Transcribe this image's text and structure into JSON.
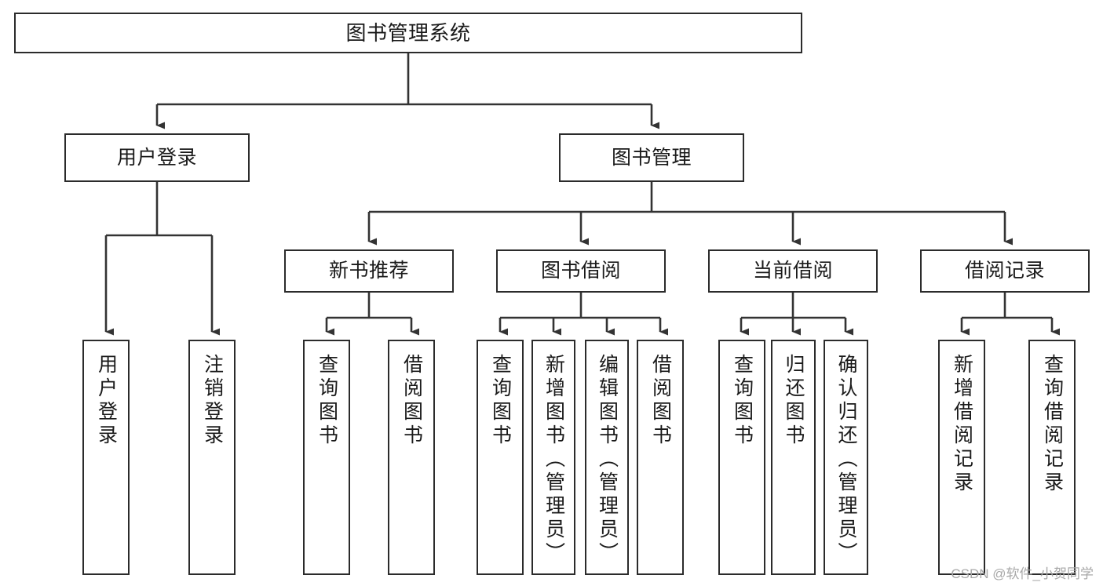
{
  "diagram": {
    "title": "图书管理系统",
    "type": "tree-hierarchy-chart",
    "colors": {
      "box_border": "#2b2b2b",
      "box_fill": "#ffffff",
      "edge": "#333333",
      "text": "#1a1a1a",
      "watermark": "#a8a8a8",
      "background": "#ffffff"
    },
    "root": {
      "id": "root",
      "label": "图书管理系统"
    },
    "level2": [
      {
        "id": "user-login",
        "label": "用户登录"
      },
      {
        "id": "book-management",
        "label": "图书管理"
      }
    ],
    "level3": [
      {
        "id": "new-book-recommend",
        "label": "新书推荐"
      },
      {
        "id": "book-borrow",
        "label": "图书借阅"
      },
      {
        "id": "current-borrow",
        "label": "当前借阅"
      },
      {
        "id": "borrow-record",
        "label": "借阅记录"
      }
    ],
    "leaves": {
      "user_login": [
        {
          "id": "leaf-user-login",
          "label": "用户登录"
        },
        {
          "id": "leaf-user-logout",
          "label": "注销登录"
        }
      ],
      "new_book_recommend": [
        {
          "id": "leaf-query-book-1",
          "label": "查询图书"
        },
        {
          "id": "leaf-borrow-book-1",
          "label": "借阅图书"
        }
      ],
      "book_borrow": [
        {
          "id": "leaf-query-book-2",
          "label": "查询图书"
        },
        {
          "id": "leaf-add-book",
          "label": "新增图书（管理员）"
        },
        {
          "id": "leaf-edit-book",
          "label": "编辑图书（管理员）"
        },
        {
          "id": "leaf-borrow-book-2",
          "label": "借阅图书"
        }
      ],
      "current_borrow": [
        {
          "id": "leaf-query-book-3",
          "label": "查询图书"
        },
        {
          "id": "leaf-return-book",
          "label": "归还图书"
        },
        {
          "id": "leaf-confirm-return",
          "label": "确认归还（管理员）"
        }
      ],
      "borrow_record": [
        {
          "id": "leaf-add-borrow-record",
          "label": "新增借阅记录"
        },
        {
          "id": "leaf-query-borrow-record",
          "label": "查询借阅记录"
        }
      ]
    }
  },
  "watermark": {
    "text": "CSDN @软件_小贺同学"
  }
}
